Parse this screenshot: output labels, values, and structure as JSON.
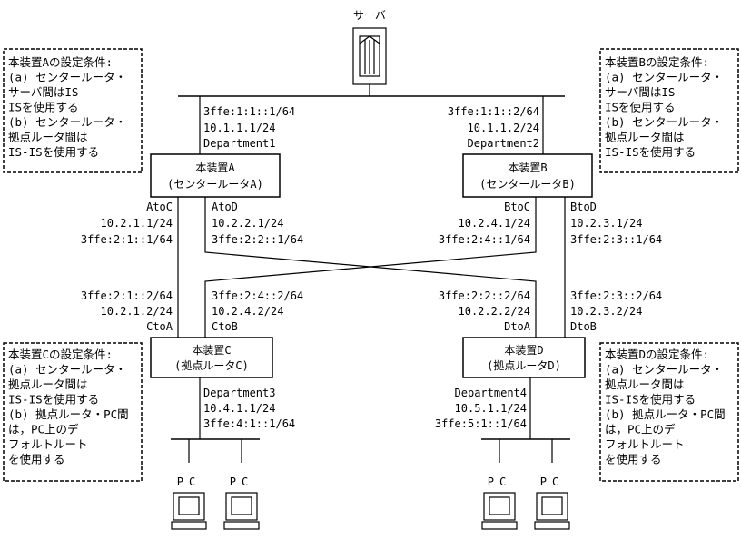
{
  "server": {
    "label": "サーバ"
  },
  "devices": {
    "A": {
      "name": "本装置A",
      "role": "(センタールータA)"
    },
    "B": {
      "name": "本装置B",
      "role": "(センタールータB)"
    },
    "C": {
      "name": "本装置C",
      "role": "(拠点ルータC)"
    },
    "D": {
      "name": "本装置D",
      "role": "(拠点ルータD)"
    }
  },
  "upper_segment": {
    "A": [
      "3ffe:1:1::1/64",
      "10.1.1.1/24",
      "Department1"
    ],
    "B": [
      "3ffe:1:1::2/64",
      "10.1.1.2/24",
      "Department2"
    ]
  },
  "links": {
    "AtoC": [
      "AtoC",
      "10.2.1.1/24",
      "3ffe:2:1::1/64"
    ],
    "AtoD": [
      "AtoD",
      "10.2.2.1/24",
      "3ffe:2:2::1/64"
    ],
    "BtoC": [
      "BtoC",
      "10.2.4.1/24",
      "3ffe:2:4::1/64"
    ],
    "BtoD": [
      "BtoD",
      "10.2.3.1/24",
      "3ffe:2:3::1/64"
    ],
    "CtoA": [
      "3ffe:2:1::2/64",
      "10.2.1.2/24",
      "CtoA"
    ],
    "CtoB": [
      "3ffe:2:4::2/64",
      "10.2.4.2/24",
      "CtoB"
    ],
    "DtoA": [
      "3ffe:2:2::2/64",
      "10.2.2.2/24",
      "DtoA"
    ],
    "DtoB": [
      "3ffe:2:3::2/64",
      "10.2.3.2/24",
      "DtoB"
    ]
  },
  "lower_segment": {
    "C": [
      "Department3",
      "10.4.1.1/24",
      "3ffe:4:1::1/64"
    ],
    "D": [
      "Department4",
      "10.5.1.1/24",
      "3ffe:5:1::1/64"
    ]
  },
  "pc_label": "PC",
  "conditions": {
    "A": [
      "本装置Aの設定条件:",
      "(a) センタールータ・",
      "    サーバ間はIS-",
      "    ISを使用する",
      "(b) センタールータ・",
      "    拠点ルータ間は",
      "    IS-ISを使用する"
    ],
    "B": [
      "本装置Bの設定条件:",
      "(a) センタールータ・",
      "    サーバ間はIS-",
      "    ISを使用する",
      "(b) センタールータ・",
      "    拠点ルータ間は",
      "    IS-ISを使用する"
    ],
    "C": [
      "本装置Cの設定条件:",
      "(a) センタールータ・",
      "    拠点ルータ間は",
      "    IS-ISを使用する",
      "(b) 拠点ルータ・PC間",
      "    は，PC上のデ",
      "    フォルトルート",
      "    を使用する"
    ],
    "D": [
      "本装置Dの設定条件:",
      "(a) センタールータ・",
      "    拠点ルータ間は",
      "    IS-ISを使用する",
      "(b) 拠点ルータ・PC間",
      "    は，PC上のデ",
      "    フォルトルート",
      "    を使用する"
    ]
  }
}
